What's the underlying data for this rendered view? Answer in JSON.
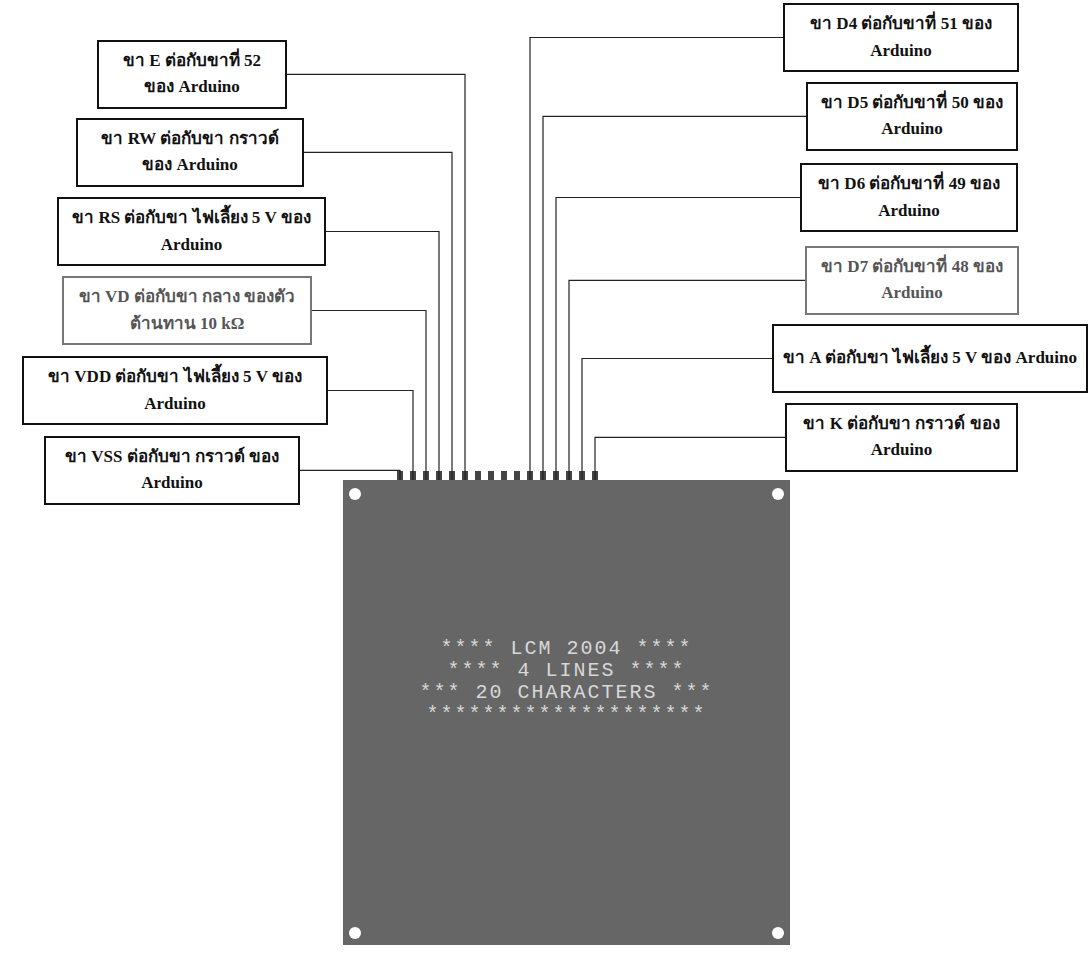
{
  "diagram": {
    "nodes": [
      {
        "text": [
          "ขา E ต่อกับขาที่ 52 ของ Arduino"
        ]
      },
      {
        "text": [
          "ขา RW ต่อกับขา กราวด์ ของ Arduino"
        ]
      },
      {
        "text": [
          "ขา RS ต่อกับขา ไฟเลี้ยง 5 V ของ Arduino"
        ]
      },
      {
        "text": [
          "ขา VD ต่อกับขา กลาง ของตัวต้านทาน 10 kΩ"
        ]
      },
      {
        "text": [
          "ขา VDD ต่อกับขา ไฟเลี้ยง 5 V ของ Arduino"
        ]
      },
      {
        "text": [
          "ขา VSS ต่อกับขา กราวด์ ของ Arduino"
        ]
      },
      {
        "text": [
          "ขา D4 ต่อกับขาที่ 51 ของ Arduino"
        ]
      },
      {
        "text": [
          "ขา D5 ต่อกับขาที่ 50 ของ Arduino"
        ]
      },
      {
        "text": [
          "ขา D6 ต่อกับขาที่ 49 ของ Arduino"
        ]
      },
      {
        "text": [
          "ขา D7 ต่อกับขาที่ 48 ของ Arduino"
        ]
      },
      {
        "text": [
          "ขา A ต่อกับขา ไฟเลี้ยง 5 V ของ Arduino"
        ]
      },
      {
        "text": [
          "ขา K ต่อกับขา กราวด์ ของ Arduino"
        ]
      },
      {
        "text": [
          "**** LCM 2004 ****",
          "**** 4 LINES ****",
          "*** 20 CHARACTERS ***",
          "********************"
        ]
      }
    ],
    "edges": [
      {
        "from": 0,
        "to": 12,
        "arrow": "none"
      },
      {
        "from": 1,
        "to": 12,
        "arrow": "none"
      },
      {
        "from": 2,
        "to": 12,
        "arrow": "none"
      },
      {
        "from": 3,
        "to": 12,
        "arrow": "none"
      },
      {
        "from": 4,
        "to": 12,
        "arrow": "none"
      },
      {
        "from": 5,
        "to": 12,
        "arrow": "none"
      },
      {
        "from": 6,
        "to": 12,
        "arrow": "none"
      },
      {
        "from": 7,
        "to": 12,
        "arrow": "none"
      },
      {
        "from": 8,
        "to": 12,
        "arrow": "none"
      },
      {
        "from": 9,
        "to": 12,
        "arrow": "none"
      },
      {
        "from": 10,
        "to": 12,
        "arrow": "none"
      },
      {
        "from": 11,
        "to": 12,
        "arrow": "none"
      }
    ]
  }
}
